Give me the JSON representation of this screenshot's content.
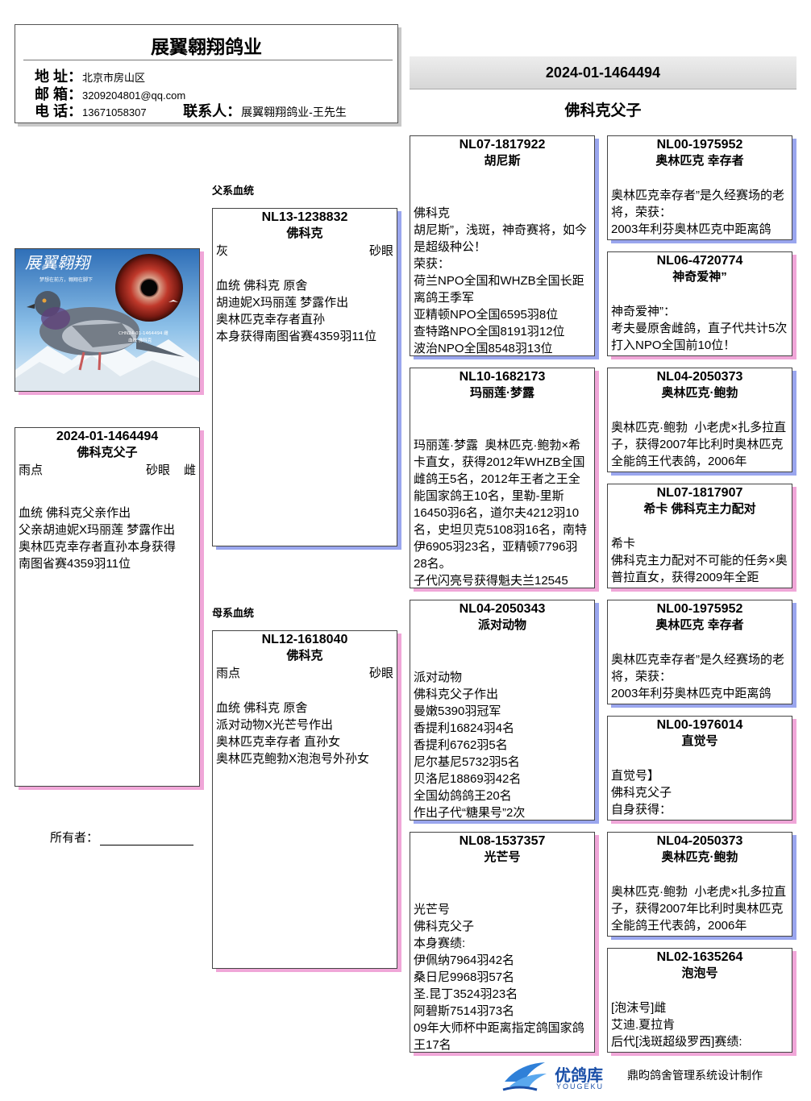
{
  "header": {
    "title": "展翼翱翔鸽业",
    "address_label": "地 址：",
    "address": "北京市房山区",
    "email_label": "邮 箱：",
    "email": "3209204801@qq.com",
    "phone_label": "电 话：",
    "phone": "13671058307",
    "contact_label": "联系人：",
    "contact": "展翼翱翔鸽业-王先生"
  },
  "subject": {
    "ring": "2024-01-1464494",
    "name": "佛科克父子",
    "color": "雨点",
    "eye": "砂眼",
    "sex": "雌",
    "description": "血统 佛科克父亲作出\n父亲胡迪妮X玛丽莲 梦露作出\n奥林匹克幸存者直孙本身获得\n南图省赛4359羽11位"
  },
  "labels": {
    "sire_line": "父系血统",
    "dam_line": "母系血统",
    "owner": "所有者："
  },
  "sire": {
    "ring": "NL13-1238832",
    "name": "佛科克",
    "color": "灰",
    "eye": "砂眼",
    "description": "血统 佛科克 原舍\n胡迪妮X玛丽莲 梦露作出\n奥林匹克幸存者直孙\n本身获得南图省赛4359羽11位"
  },
  "dam": {
    "ring": "NL12-1618040",
    "name": "佛科克",
    "color": "雨点",
    "eye": "砂眼",
    "description": "血统 佛科克 原舍\n派对动物X光芒号作出\n奥林匹克幸存者 直孙女\n奥林匹克鲍勃X泡泡号外孙女"
  },
  "grandparents": [
    {
      "ring": "NL07-1817922",
      "name": "胡尼斯",
      "description": "佛科克\n胡尼斯”，浅斑，神奇赛将，如今是超级种公！\n荣获：\n荷兰NPO全国和WHZB全国长距离鸽王季军\n亚精顿NPO全国6595羽8位\n查特路NPO全国8191羽12位\n波治NPO全国8548羽13位"
    },
    {
      "ring": "NL10-1682173",
      "name": "玛丽莲·梦露",
      "description": "玛丽莲·梦露  奥林匹克·鲍勃×希卡直女，获得2012年WHZB全国雌鸽王5名，2012年王者之王全能国家鸽王10名，里勒-里斯16450羽6名，道尔夫4212羽10名，史坦贝克5108羽16名，南特伊6905羽23名，亚精顿7796羽28名。\n子代闪亮号获得魁夫兰12545"
    },
    {
      "ring": "NL04-2050343",
      "name": "派对动物",
      "description": "派对动物\n佛科克父子作出\n曼嫩5390羽冠军\n香提利16824羽4名\n香提利6762羽5名\n尼尔基尼5732羽5名\n贝洛尼18869羽42名\n全国幼鸽鸽王20名\n作出子代“糖果号”2次"
    },
    {
      "ring": "NL08-1537357",
      "name": "光芒号",
      "description": "光芒号\n佛科克父子\n本身赛绩:\n伊佩纳7964羽42名\n桑日尼9968羽57名\n圣.昆丁3524羽23名\n阿碧斯7514羽73名\n09年大师杯中距离指定鸽国家鸽王17名"
    }
  ],
  "great_grandparents": [
    {
      "ring": "NL00-1975952",
      "name": "奥林匹克 幸存者",
      "description": "奥林匹克幸存者”是久经赛场的老将，荣获：\n2003年利芬奥林匹克中距离鸽"
    },
    {
      "ring": "NL06-4720774",
      "name": "神奇爱神”",
      "description": "神奇爱神”：\n考夫曼原舍雌鸽，直子代共计5次打入NPO全国前10位！"
    },
    {
      "ring": "NL04-2050373",
      "name": "奥林匹克·鲍勃",
      "description": "奥林匹克·鲍勃  小老虎×扎多拉直子，获得2007年比利时奥林匹克全能鸽王代表鸽，2006年"
    },
    {
      "ring": "NL07-1817907",
      "name": "希卡 佛科克主力配对",
      "description": "希卡\n佛科克主力配对不可能的任务×奥普拉直女，获得2009年全距"
    },
    {
      "ring": "NL00-1975952",
      "name": "奥林匹克 幸存者",
      "description": "奥林匹克幸存者”是久经赛场的老将，荣获：\n2003年利芬奥林匹克中距离鸽"
    },
    {
      "ring": "NL00-1976014",
      "name": "直觉号",
      "description": "直觉号】\n佛科克父子\n自身获得："
    },
    {
      "ring": "NL04-2050373",
      "name": "奥林匹克·鲍勃",
      "description": "奥林匹克·鲍勃  小老虎×扎多拉直子，获得2007年比利时奥林匹克全能鸽王代表鸽，2006年"
    },
    {
      "ring": "NL02-1635264",
      "name": "泡泡号",
      "description": "[泡沫号]雌\n艾迪.夏拉肯\n后代[浅斑超级罗西]赛绩:"
    }
  ],
  "photo": {
    "banner_text": "展翼翱翔",
    "slogan": "梦想在前方，翱翔在脚下",
    "ring_caption": "CHN24-01-1464494 雌",
    "sub_caption": "血统 佛科克"
  },
  "footer": {
    "brand": "优鸽库",
    "brand_en": "YOUGEKU",
    "credit": "鼎昀鸽舍管理系统设计制作"
  },
  "colors": {
    "shadow_blue": "#9aa6ee",
    "shadow_pink": "#f0a6d8",
    "brand_blue": "#1a4fa8"
  }
}
